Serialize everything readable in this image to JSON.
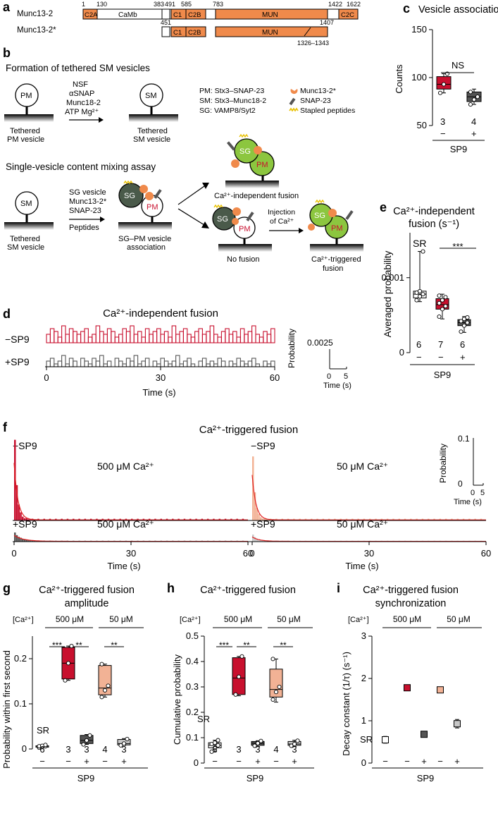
{
  "colors": {
    "red": "#c8102e",
    "salmon": "#f2b295",
    "orange": "#f08a4b",
    "darkgray": "#555555",
    "lightgray": "#c8c8c8",
    "green": "#8cc63f",
    "darkgreen": "#4a5a4a"
  },
  "panel_labels": {
    "a": "a",
    "b": "b",
    "c": "c",
    "d": "d",
    "e": "e",
    "f": "f",
    "g": "g",
    "h": "h",
    "i": "i"
  },
  "panel_a": {
    "protein1": {
      "name": "Munc13-2",
      "ticks": [
        "1",
        "130",
        "383",
        "491",
        "585",
        "783",
        "1422",
        "1622"
      ],
      "domains": [
        "C2A",
        "CaMb",
        "C1",
        "C2B",
        "MUN",
        "C2C"
      ]
    },
    "protein2": {
      "name": "Munc13-2*",
      "ticks": [
        "451",
        "1407"
      ],
      "domains": [
        "C1",
        "C2B",
        "MUN"
      ],
      "deletion": "1326–1343"
    }
  },
  "panel_b": {
    "title1": "Formation of tethered SM vesicles",
    "pm": "PM",
    "sm": "SM",
    "sg": "SG",
    "steps1": [
      "NSF",
      "αSNAP",
      "Munc18-2",
      "ATP  Mg²⁺"
    ],
    "tethered_pm": [
      "Tethered",
      "PM vesicle"
    ],
    "tethered_sm": [
      "Tethered",
      "SM vesicle"
    ],
    "legend": [
      "PM: Stx3–SNAP-23",
      "SM: Stx3–Munc18-2",
      "SG: VAMP8/Syt2"
    ],
    "legend_icons": [
      "Munc13-2*",
      "SNAP-23",
      "Stapled peptides"
    ],
    "title2": "Single-vesicle content mixing assay",
    "steps2": [
      "SG vesicle",
      "Munc13-2*",
      "SNAP-23",
      "Peptides"
    ],
    "assoc": [
      "SG–PM vesicle",
      "association"
    ],
    "indep": "Ca²⁺-independent fusion",
    "nofusion": "No fusion",
    "injection": [
      "Injection",
      "of Ca²⁺"
    ],
    "triggered": [
      "Ca²⁺-triggered",
      "fusion"
    ]
  },
  "panel_c": {
    "title": "Vesicle association",
    "ylabel": "Counts",
    "yticks": [
      "50",
      "100",
      "150"
    ],
    "ns": "NS",
    "n": [
      "3",
      "4"
    ],
    "signs": [
      "−",
      "+"
    ],
    "xgroup": "SP9"
  },
  "panel_d": {
    "title": "Ca²⁺-independent fusion",
    "row1": "−SP9",
    "row2": "+SP9",
    "xticks": [
      "0",
      "30",
      "60"
    ],
    "xlabel": "Time (s)",
    "scale_ylabel": "Probability",
    "scale_value": "0.0025",
    "scale_xticks": [
      "0",
      "5"
    ],
    "scale_xlabel": "Time (s)"
  },
  "panel_e": {
    "title1": "Ca²⁺-independent",
    "title2": "fusion (s⁻¹)",
    "ylabel": "Averaged probability",
    "yticks": [
      "0",
      "0.001"
    ],
    "sr": "SR",
    "sig": "***",
    "n": [
      "6",
      "7",
      "6"
    ],
    "signs": [
      "−",
      "−",
      "+"
    ],
    "xgroup": "SP9"
  },
  "panel_f": {
    "title": "Ca²⁺-triggered fusion",
    "labels": {
      "tl_row": "−SP9",
      "tl_ca": "500 μM Ca²⁺",
      "tr_row": "−SP9",
      "tr_ca": "50 μM Ca²⁺",
      "bl_row": "+SP9",
      "bl_ca": "500 μM Ca²⁺",
      "br_row": "+SP9",
      "br_ca": "50 μM Ca²⁺"
    },
    "xticks": [
      "0",
      "30",
      "60"
    ],
    "xlabel": "Time (s)",
    "scale_ylabel": "Probability",
    "scale_yticks": [
      "0",
      "0.1"
    ],
    "scale_xticks": [
      "0",
      "5"
    ],
    "scale_xlabel": "Time (s)"
  },
  "panel_g": {
    "title1": "Ca²⁺-triggered fusion",
    "title2": "amplitude",
    "ylabel": "Probability within first second",
    "yticks": [
      "0",
      "0.1",
      "0.2"
    ],
    "ca_label": "[Ca²⁺]",
    "ca1": "500 μM",
    "ca2": "50 μM",
    "sig": [
      "***",
      "**",
      "**"
    ],
    "sr": "SR",
    "n": [
      "6",
      "3",
      "3",
      "4",
      "3"
    ],
    "signs": [
      "−",
      "−",
      "+",
      "−",
      "+"
    ],
    "xgroup": "SP9"
  },
  "panel_h": {
    "title": "Ca²⁺-triggered fusion",
    "ylabel": "Cumulative probability",
    "yticks": [
      "0",
      "0.1",
      "0.2",
      "0.3",
      "0.4",
      "0.5"
    ],
    "ca_label": "[Ca²⁺]",
    "ca1": "500 μM",
    "ca2": "50 μM",
    "sig": [
      "***",
      "**",
      "**"
    ],
    "sr": "SR",
    "n": [
      "6",
      "3",
      "3",
      "4",
      "3"
    ],
    "signs": [
      "−",
      "−",
      "+",
      "−",
      "+"
    ],
    "xgroup": "SP9"
  },
  "panel_i": {
    "title1": "Ca²⁺-triggered fusion",
    "title2": "synchronization",
    "ylabel": "Decay constant (1/τ) (s⁻¹)",
    "yticks": [
      "0",
      "1",
      "2",
      "3"
    ],
    "ca_label": "[Ca²⁺]",
    "ca1": "500 μM",
    "ca2": "50 μM",
    "sr": "SR",
    "signs": [
      "−",
      "−",
      "+",
      "−",
      "+"
    ],
    "xgroup": "SP9"
  },
  "chart_data": [
    {
      "id": "c",
      "type": "box",
      "title": "Vesicle association",
      "ylabel": "Counts",
      "ylim": [
        50,
        150
      ],
      "categories": [
        "−",
        "+"
      ],
      "box": [
        {
          "q1": 88,
          "median": 93,
          "q3": 101,
          "min": 84,
          "max": 104,
          "points": [
            84,
            93,
            104
          ],
          "color": "red"
        },
        {
          "q1": 75,
          "median": 80,
          "q3": 85,
          "min": 72,
          "max": 88,
          "points": [
            72,
            77,
            80,
            85
          ],
          "color": "darkgray"
        }
      ]
    },
    {
      "id": "d",
      "type": "bar",
      "title": "Ca²⁺-independent fusion",
      "xlim": [
        0,
        60
      ],
      "xlabel": "Time (s)",
      "series": [
        {
          "name": "−SP9",
          "color": "red",
          "bin_s": 1,
          "values": [
            3,
            5,
            4,
            2,
            6,
            3,
            5,
            4,
            3,
            4,
            5,
            2,
            3,
            6,
            4,
            3,
            5,
            4,
            2,
            3,
            5,
            4,
            6,
            3,
            4,
            2,
            5,
            3,
            4,
            5,
            3,
            4,
            2,
            6,
            3,
            4,
            5,
            3,
            2,
            4,
            5,
            3,
            4,
            6,
            3,
            2,
            4,
            5,
            3,
            4,
            2,
            5,
            3,
            4,
            6,
            3,
            2,
            4,
            3,
            5
          ]
        },
        {
          "name": "+SP9",
          "color": "darkgray",
          "bin_s": 1,
          "values": [
            2,
            3,
            1,
            2,
            4,
            1,
            3,
            2,
            0,
            3,
            2,
            1,
            3,
            2,
            4,
            1,
            2,
            0,
            3,
            2,
            1,
            3,
            2,
            4,
            1,
            2,
            3,
            0,
            2,
            1,
            3,
            2,
            1,
            2,
            4,
            1,
            2,
            3,
            1,
            0,
            2,
            3,
            1,
            2,
            1,
            3,
            2,
            0,
            2,
            1,
            3,
            2,
            1,
            2,
            3,
            1,
            0,
            2,
            1,
            2
          ]
        }
      ]
    },
    {
      "id": "e",
      "type": "box",
      "title": "Ca²⁺-independent fusion (s⁻¹)",
      "ylabel": "Averaged probability",
      "ylim": [
        0,
        0.0016
      ],
      "categories": [
        "SR −",
        "−",
        "+"
      ],
      "box": [
        {
          "q1": 0.00073,
          "median": 0.00078,
          "q3": 0.00082,
          "min": 0.00068,
          "max": 0.00135,
          "points": [
            0.0007,
            0.00075,
            0.00078,
            0.0008,
            0.00082,
            0.00135
          ],
          "color": "white"
        },
        {
          "q1": 0.00058,
          "median": 0.00064,
          "q3": 0.00072,
          "min": 0.00045,
          "max": 0.00078,
          "points": [
            0.00048,
            0.00058,
            0.00062,
            0.00066,
            0.0007,
            0.00074,
            0.00076
          ],
          "color": "red"
        },
        {
          "q1": 0.00036,
          "median": 0.0004,
          "q3": 0.00044,
          "min": 0.00027,
          "max": 0.00048,
          "points": [
            0.00028,
            0.00036,
            0.0004,
            0.00042,
            0.00045,
            0.00047
          ],
          "color": "darkgray"
        }
      ]
    },
    {
      "id": "f",
      "type": "bar",
      "title": "Ca²⁺-triggered fusion",
      "xlim": [
        0,
        60
      ],
      "xlabel": "Time (s)",
      "series": [
        {
          "name": "−SP9 500 μM Ca²⁺",
          "color": "red",
          "peak": 0.19,
          "tau_s": 0.6,
          "baseline": 0.004
        },
        {
          "name": "−SP9 50 μM Ca²⁺",
          "color": "salmon",
          "peak": 0.15,
          "tau_s": 0.6,
          "baseline": 0.004
        },
        {
          "name": "+SP9 500 μM Ca²⁺",
          "color": "darkgray",
          "peak": 0.02,
          "tau_s": 1.5,
          "baseline": 0.002
        },
        {
          "name": "+SP9 50 μM Ca²⁺",
          "color": "lightgray",
          "peak": 0.015,
          "tau_s": 1.1,
          "baseline": 0.002
        }
      ]
    },
    {
      "id": "g",
      "type": "box",
      "title": "Ca²⁺-triggered fusion amplitude",
      "ylabel": "Probability within first second",
      "ylim": [
        0,
        0.25
      ],
      "categories": [
        "SR −",
        "500 μM −",
        "500 μM +",
        "50 μM −",
        "50 μM +"
      ],
      "box": [
        {
          "q1": 0.004,
          "median": 0.006,
          "q3": 0.007,
          "min": 0.003,
          "max": 0.009,
          "points": [
            0.003,
            0.005,
            0.006,
            0.006,
            0.007,
            0.009
          ],
          "color": "white"
        },
        {
          "q1": 0.155,
          "median": 0.19,
          "q3": 0.225,
          "min": 0.152,
          "max": 0.228,
          "points": [
            0.152,
            0.19,
            0.228
          ],
          "color": "red"
        },
        {
          "q1": 0.012,
          "median": 0.019,
          "q3": 0.03,
          "min": 0.01,
          "max": 0.032,
          "points": [
            0.01,
            0.019,
            0.03
          ],
          "color": "darkgray"
        },
        {
          "q1": 0.12,
          "median": 0.135,
          "q3": 0.185,
          "min": 0.115,
          "max": 0.188,
          "points": [
            0.115,
            0.13,
            0.14,
            0.188
          ],
          "color": "salmon"
        },
        {
          "q1": 0.009,
          "median": 0.012,
          "q3": 0.021,
          "min": 0.008,
          "max": 0.023,
          "points": [
            0.008,
            0.012,
            0.022
          ],
          "color": "lightgray"
        }
      ]
    },
    {
      "id": "h",
      "type": "box",
      "title": "Ca²⁺-triggered fusion",
      "ylabel": "Cumulative probability",
      "ylim": [
        0,
        0.5
      ],
      "categories": [
        "SR −",
        "500 μM −",
        "500 μM +",
        "50 μM −",
        "50 μM +"
      ],
      "box": [
        {
          "q1": 0.06,
          "median": 0.07,
          "q3": 0.08,
          "min": 0.045,
          "max": 0.09,
          "points": [
            0.045,
            0.06,
            0.07,
            0.075,
            0.08,
            0.09
          ],
          "color": "white"
        },
        {
          "q1": 0.27,
          "median": 0.335,
          "q3": 0.415,
          "min": 0.265,
          "max": 0.42,
          "points": [
            0.27,
            0.34,
            0.42
          ],
          "color": "red"
        },
        {
          "q1": 0.07,
          "median": 0.078,
          "q3": 0.085,
          "min": 0.065,
          "max": 0.088,
          "points": [
            0.068,
            0.078,
            0.087
          ],
          "color": "darkgray"
        },
        {
          "q1": 0.26,
          "median": 0.29,
          "q3": 0.37,
          "min": 0.24,
          "max": 0.41,
          "points": [
            0.25,
            0.28,
            0.3,
            0.41
          ],
          "color": "salmon"
        },
        {
          "q1": 0.07,
          "median": 0.075,
          "q3": 0.085,
          "min": 0.065,
          "max": 0.09,
          "points": [
            0.068,
            0.075,
            0.088
          ],
          "color": "lightgray"
        }
      ]
    },
    {
      "id": "i",
      "type": "scatter",
      "title": "Ca²⁺-triggered fusion synchronization",
      "ylabel": "Decay constant (1/τ) (s⁻¹)",
      "ylim": [
        0,
        3
      ],
      "categories": [
        "SR −",
        "500 μM −",
        "500 μM +",
        "50 μM −",
        "50 μM +"
      ],
      "points": [
        {
          "mean": 0.55,
          "err": 0.08,
          "color": "white"
        },
        {
          "mean": 1.78,
          "err": 0.06,
          "color": "red"
        },
        {
          "mean": 0.68,
          "err": 0.03,
          "color": "darkgray"
        },
        {
          "mean": 1.73,
          "err": 0.06,
          "color": "salmon"
        },
        {
          "mean": 0.93,
          "err": 0.1,
          "color": "lightgray"
        }
      ]
    }
  ]
}
